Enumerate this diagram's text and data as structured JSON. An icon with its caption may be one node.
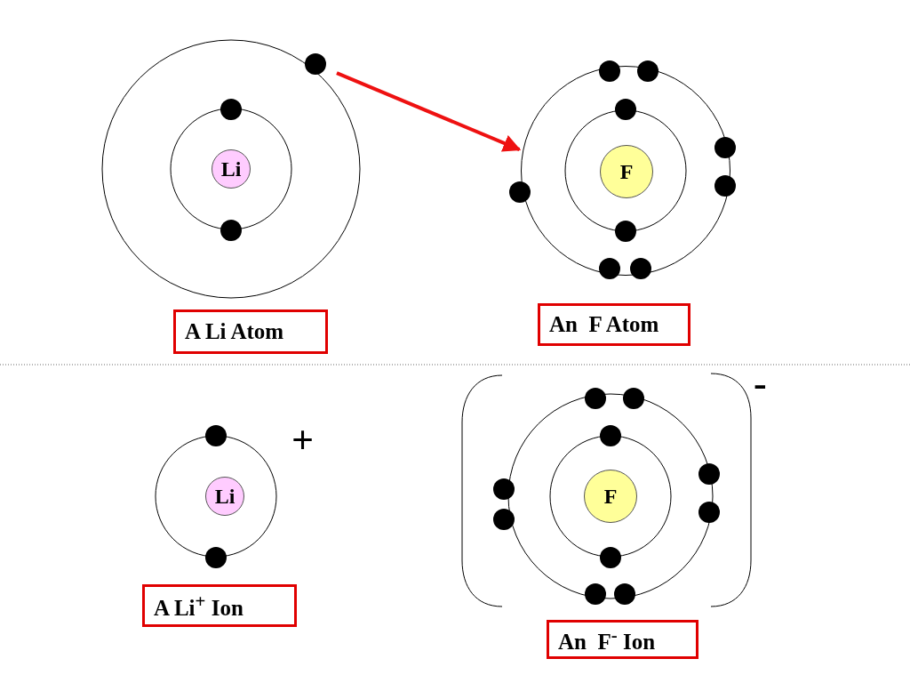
{
  "diagram": {
    "nodes": [
      {
        "text": [
          "Li"
        ]
      },
      {
        "text": [],
        "shape": "circle"
      },
      {
        "text": [],
        "shape": "circle"
      },
      {
        "text": [
          "F"
        ],
        "in": 2
      },
      {
        "text": [
          "A Li Atom"
        ]
      },
      {
        "text": [
          "An  F Atom"
        ]
      },
      {
        "text": [
          "Li"
        ]
      },
      {
        "text": [
          "F"
        ]
      },
      {
        "text": [
          "A Li$^{+}$ Ion"
        ]
      },
      {
        "text": [
          "An  F$^{-}$ Ion"
        ]
      }
    ],
    "edges": [
      {
        "from": 1,
        "to": 2,
        "arrow": "to"
      }
    ],
    "labels": [
      "+",
      "-"
    ]
  }
}
